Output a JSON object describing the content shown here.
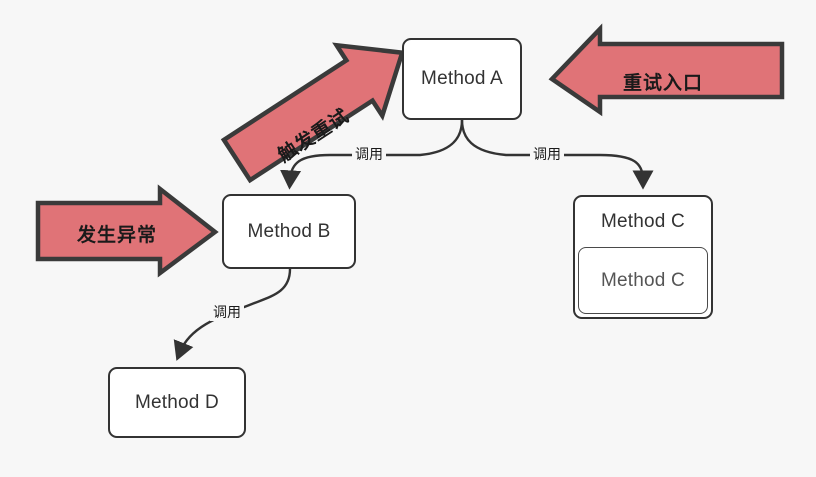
{
  "diagram": {
    "background_color": "#f7f7f7",
    "stroke_color": "#333333",
    "arrow_fill_color": "#e07377",
    "arrow_stroke_color": "#3a3a3a",
    "node_fill_color": "#ffffff"
  },
  "nodes": {
    "method_a": {
      "label": "Method A"
    },
    "method_b": {
      "label": "Method B"
    },
    "method_c_outer": {
      "label": "Method C"
    },
    "method_c_inner": {
      "label": "Method C"
    },
    "method_d": {
      "label": "Method D"
    }
  },
  "edges": [
    {
      "name": "a-to-b",
      "label": "调用",
      "from": "method_a",
      "to": "method_b"
    },
    {
      "name": "a-to-c",
      "label": "调用",
      "from": "method_a",
      "to": "method_c_outer"
    },
    {
      "name": "b-to-d",
      "label": "调用",
      "from": "method_b",
      "to": "method_d"
    }
  ],
  "callout_arrows": [
    {
      "name": "retry-entry",
      "label": "重试入口",
      "direction": "left"
    },
    {
      "name": "trigger-retry",
      "label": "触发重试",
      "direction": "up-right"
    },
    {
      "name": "exception-occurred",
      "label": "发生异常",
      "direction": "right"
    }
  ]
}
